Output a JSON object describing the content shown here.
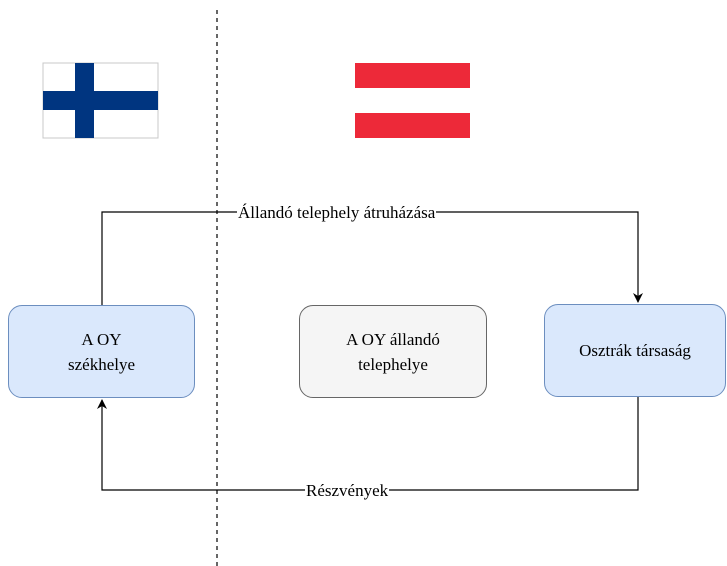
{
  "nodes": {
    "hq": {
      "label": "A OY\nszékhelye",
      "fill": "#dae8fc",
      "stroke": "#6c8ebf"
    },
    "permanent": {
      "label": "A OY állandó\ntelephelye",
      "fill": "#f5f5f5",
      "stroke": "#666666"
    },
    "austrian": {
      "label": "Osztrák társaság",
      "fill": "#dae8fc",
      "stroke": "#6c8ebf"
    }
  },
  "edges": {
    "transfer": {
      "label": "Állandó telephely átruházása",
      "from": "hq",
      "to": "austrian"
    },
    "shares": {
      "label": "Részvények",
      "from": "austrian",
      "to": "hq"
    }
  },
  "flags": {
    "finland": {
      "icon": "finland-flag-icon",
      "background": "#ffffff",
      "cross": "#003580"
    },
    "austria": {
      "icon": "austria-flag-icon",
      "red": "#ed2939",
      "white": "#ffffff"
    }
  },
  "divider": {
    "style": "dashed"
  }
}
